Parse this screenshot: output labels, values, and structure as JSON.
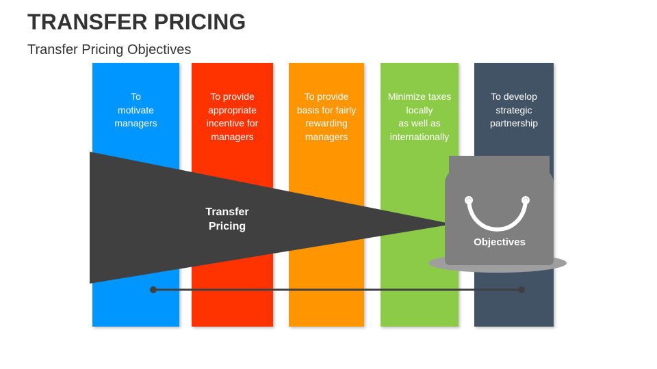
{
  "header": {
    "title": "TRANSFER PRICING",
    "subtitle": "Transfer Pricing Objectives"
  },
  "columns": [
    {
      "text": "To\nmotivate\nmanagers",
      "color": "#0096FF"
    },
    {
      "text": "To provide\nappropriate\nincentive for\nmanagers",
      "color": "#FF3300"
    },
    {
      "text": "To provide\nbasis for fairly\nrewarding\nmanagers",
      "color": "#FF9500"
    },
    {
      "text": "Minimize taxes\nlocally\nas well as\ninternationally",
      "color": "#8CCB47"
    },
    {
      "text": "To develop\nstrategic\npartnership",
      "color": "#425366"
    }
  ],
  "funnel": {
    "label": "Transfer\nPricing",
    "color": "#404040"
  },
  "bag": {
    "label": "Objectives",
    "color": "#7F7F7F",
    "icon": "shopping-bag-icon"
  }
}
